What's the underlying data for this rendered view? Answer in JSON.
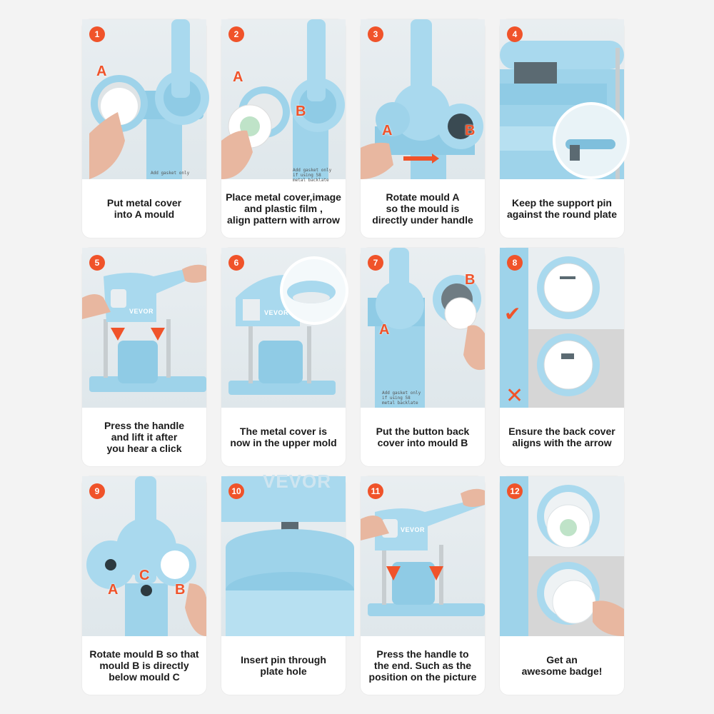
{
  "steps": [
    {
      "num": "1",
      "caption": "Put metal cover\ninto A mould",
      "markers": [
        "A"
      ]
    },
    {
      "num": "2",
      "caption": "Place metal cover,image\nand plastic film ,\nalign pattern with arrow",
      "markers": [
        "A",
        "B"
      ],
      "machine_text": "Add gasket only\nif using 58\nmetal backlate"
    },
    {
      "num": "3",
      "caption": "Rotate mould A\nso the mould is\ndirectly under handle",
      "markers": [
        "A",
        "B"
      ]
    },
    {
      "num": "4",
      "caption": "Keep the support pin\nagainst the round plate",
      "markers": []
    },
    {
      "num": "5",
      "caption": "Press the handle\nand lift it after\nyou hear a click",
      "markers": [],
      "brand": "VEVOR"
    },
    {
      "num": "6",
      "caption": "The metal cover is\nnow in the upper mold",
      "markers": [],
      "brand": "VEVOR"
    },
    {
      "num": "7",
      "caption": "Put the button back\ncover into mould B",
      "markers": [
        "A",
        "B"
      ],
      "machine_text": "Add gasket only\nif using 58\nmetal backlate"
    },
    {
      "num": "8",
      "caption": "Ensure the back cover\naligns with the arrow",
      "markers": [],
      "symbols": [
        "✔",
        "✕"
      ]
    },
    {
      "num": "9",
      "caption": "Rotate mould B so that\nmould B is directly\nbelow mould C",
      "markers": [
        "A",
        "C",
        "B"
      ]
    },
    {
      "num": "10",
      "caption": "Insert pin through\nplate hole",
      "markers": [],
      "brand": "VEVOR"
    },
    {
      "num": "11",
      "caption": "Press the handle to\nthe end. Such as the\nposition on the picture",
      "markers": [],
      "brand": "VEVOR"
    },
    {
      "num": "12",
      "caption": "Get an\nawesome badge!",
      "markers": []
    }
  ],
  "card1_machine_text": "Add gasket only",
  "colors": {
    "accent": "#f0532a",
    "machine": "#9ed3ea",
    "machine_dark": "#7fbfdc",
    "card": "#ffffff",
    "background": "#f3f3f3"
  }
}
